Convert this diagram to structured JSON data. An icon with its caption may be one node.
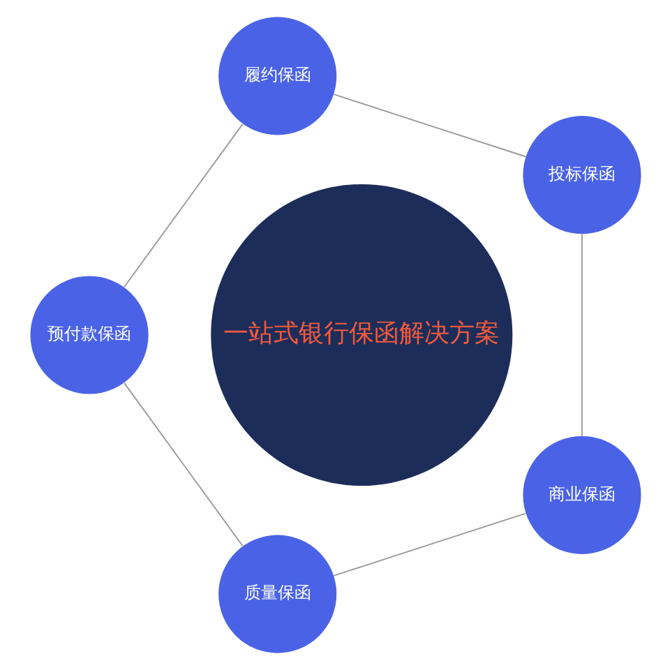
{
  "diagram": {
    "nodes": [
      {
        "text": [
          "一站式银行保函解决方案"
        ]
      },
      {
        "text": [
          "投标保函"
        ]
      },
      {
        "text": [
          "履约保函"
        ]
      },
      {
        "text": [
          "预付款保函"
        ]
      },
      {
        "text": [
          "质量保函"
        ]
      },
      {
        "text": [
          "商业保函"
        ]
      }
    ],
    "edges": [
      {
        "from": 1,
        "to": 2,
        "arrow": "none"
      },
      {
        "from": 2,
        "to": 3,
        "arrow": "none"
      },
      {
        "from": 3,
        "to": 4,
        "arrow": "none"
      },
      {
        "from": 4,
        "to": 5,
        "arrow": "none"
      },
      {
        "from": 5,
        "to": 1,
        "arrow": "none"
      }
    ]
  }
}
